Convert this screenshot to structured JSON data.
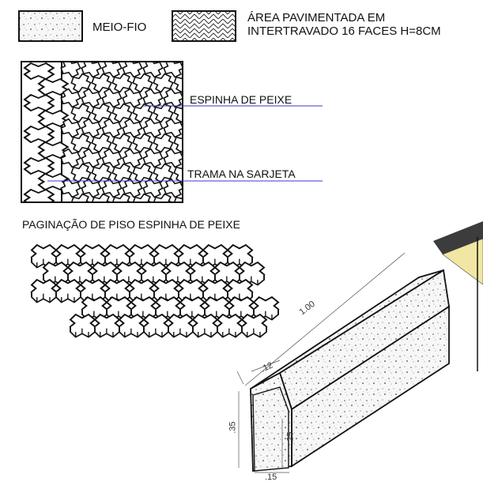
{
  "legend": {
    "curb_label": "MEIO-FIO",
    "paved_line1": "ÁREA PAVIMENTADA EM",
    "paved_line2": "INTERTRAVADO 16 FACES H=8CM"
  },
  "plan": {
    "annotation_herringbone": "ESPINHA DE PEIXE",
    "annotation_gutter": "TRAMA NA SARJETA"
  },
  "section_title": "PAGINAÇÃO DE PISO ESPINHA DE PEIXE",
  "curb_dims": {
    "length": "1.00",
    "top": ".12",
    "height": ".35",
    "inner_height": ".25",
    "base": ".15"
  },
  "colors": {
    "line": "#111111",
    "annotation_line": "#3a3acf",
    "panel_gray": "#3c3c3c",
    "panel_yellow": "#f1e7a2"
  }
}
